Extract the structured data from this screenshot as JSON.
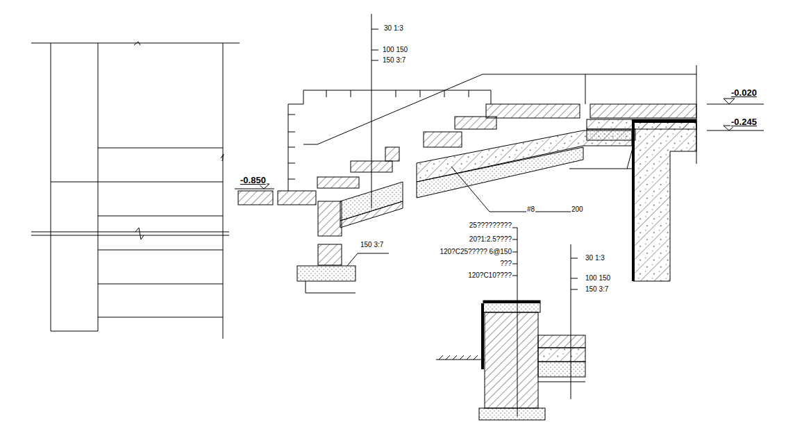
{
  "diagram": {
    "labels": [
      "30  1:3",
      "100  150",
      "150  3:7",
      "-0.020",
      "-0.245",
      "-0.850",
      "#8",
      "200",
      "150  3:7",
      "25?????????",
      "20?1:2.5????",
      "120?C25?????   6@150",
      "???",
      "120?C10????",
      "30  1:3",
      "100  150",
      "150  3:7"
    ]
  }
}
